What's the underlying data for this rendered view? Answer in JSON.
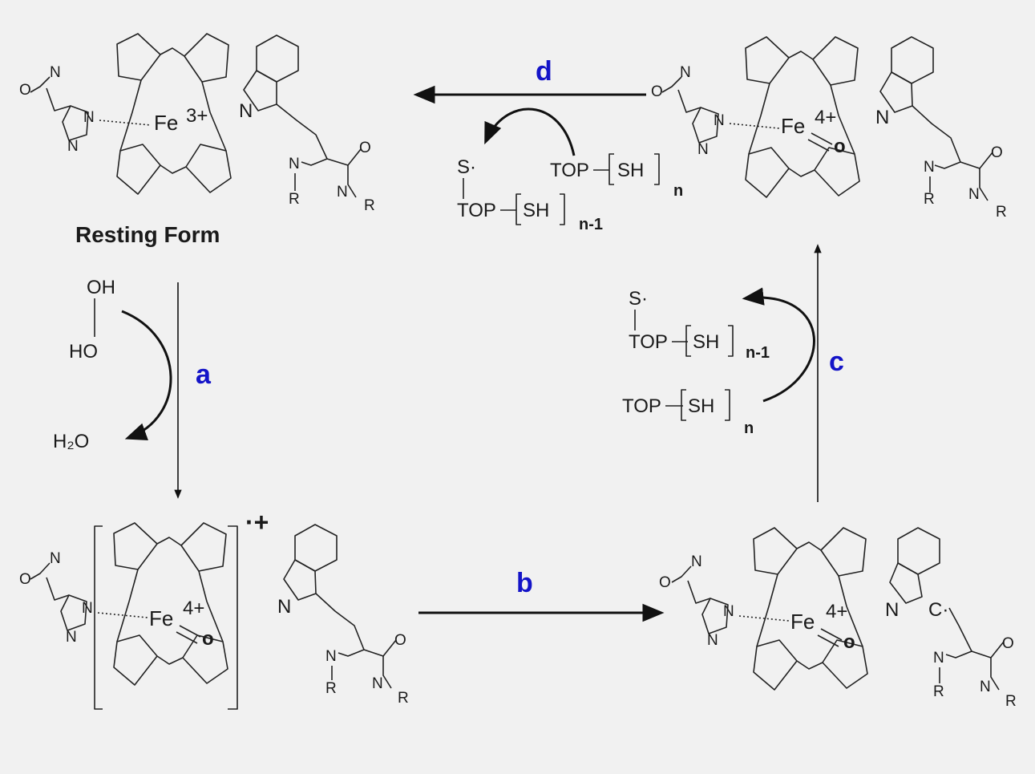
{
  "structures": {
    "resting": {
      "title": "Resting Form",
      "metal": "Fe",
      "charge": "3+"
    },
    "compound_i": {
      "metal": "Fe",
      "charge": "4+",
      "oxo": "o",
      "radical": "·+"
    },
    "compound_ii_radical": {
      "metal": "Fe",
      "charge": "4+",
      "oxo": "o",
      "carbon_radical": "C·"
    },
    "compound_ii": {
      "metal": "Fe",
      "charge": "4+",
      "oxo": "o"
    }
  },
  "atoms": {
    "N": "N",
    "O": "O",
    "R": "R"
  },
  "reagents": {
    "peroxide_top": "OH",
    "peroxide_bottom": "HO",
    "water": "H₂O",
    "top": "TOP",
    "sh": "SH",
    "s_radical": "S·",
    "n": "n",
    "n_minus_1": "n-1"
  },
  "steps": {
    "a": "a",
    "b": "b",
    "c": "c",
    "d": "d"
  },
  "colors": {
    "step_label": "#1414c8",
    "background": "#f1f1f1",
    "line": "#222222"
  }
}
